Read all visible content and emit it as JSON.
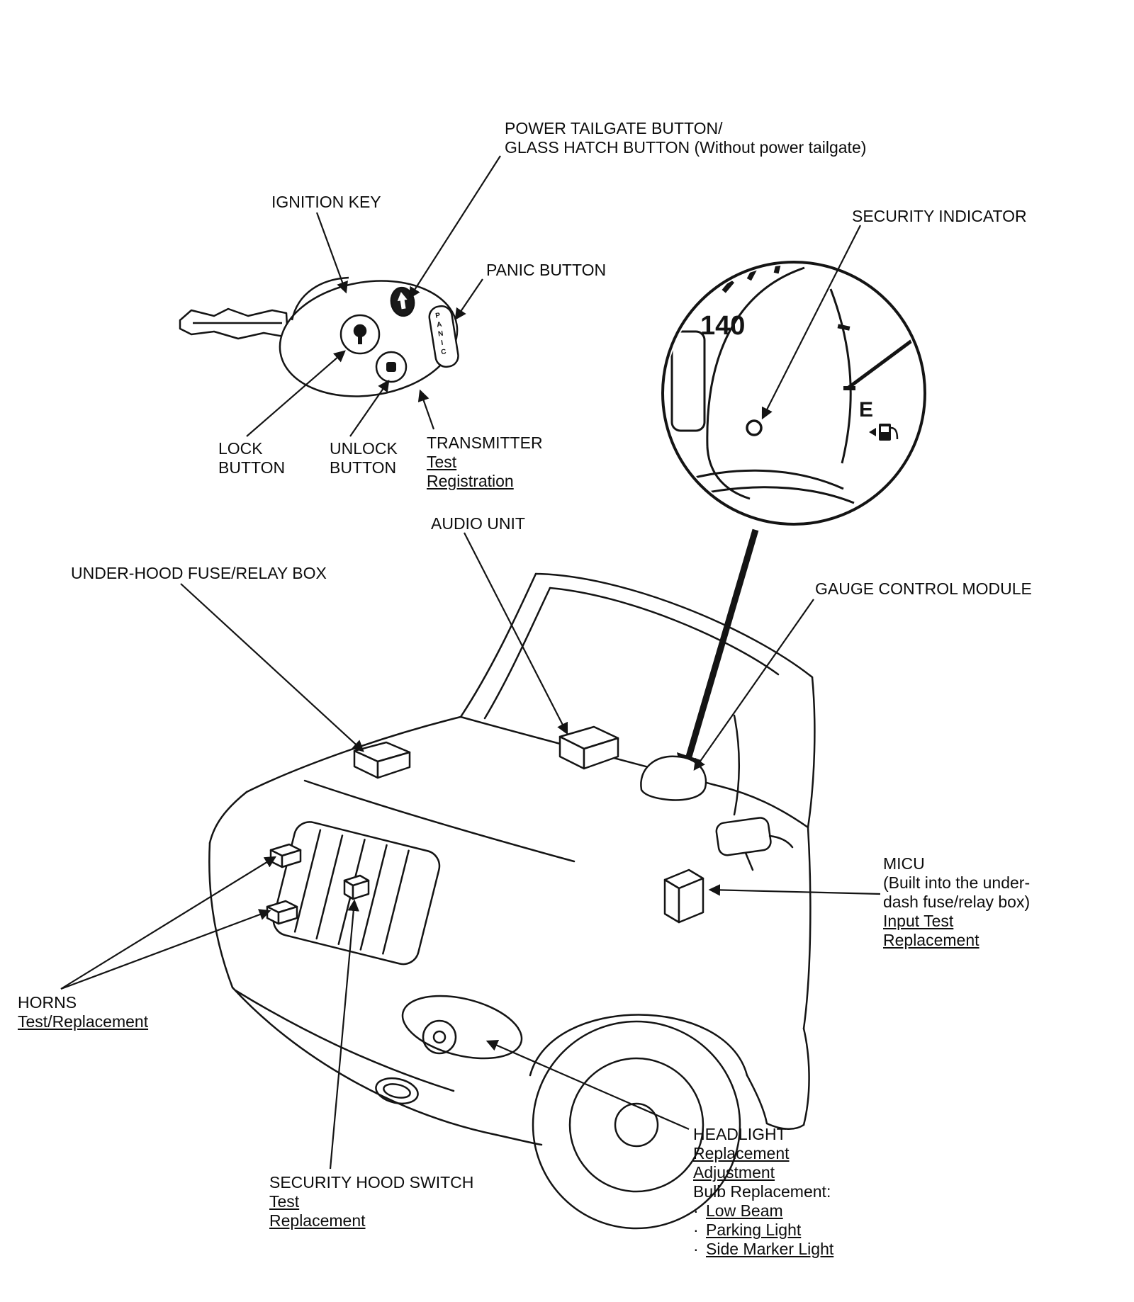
{
  "canvas": {
    "bg": "#ffffff",
    "ink": "#141414"
  },
  "key": {
    "panic_vertical": "PANIC"
  },
  "labels": {
    "power_tailgate": {
      "l1": "POWER TAILGATE BUTTON/",
      "l2": "GLASS HATCH BUTTON (Without power tailgate)"
    },
    "ignition_key": "IGNITION KEY",
    "panic_button": "PANIC BUTTON",
    "security_indicator": "SECURITY INDICATOR",
    "lock": {
      "l1": "LOCK",
      "l2": "BUTTON"
    },
    "unlock": {
      "l1": "UNLOCK",
      "l2": "BUTTON"
    },
    "transmitter": {
      "title": "TRANSMITTER",
      "links": [
        "Test",
        "Registration"
      ]
    },
    "audio_unit": "AUDIO UNIT",
    "underhood_box": "UNDER-HOOD FUSE/RELAY BOX",
    "gauge_control_module": "GAUGE CONTROL MODULE",
    "micu": {
      "title": "MICU",
      "d1": "(Built into the under-",
      "d2": "dash fuse/relay box)",
      "links": [
        "Input Test",
        "Replacement"
      ]
    },
    "horns": {
      "title": "HORNS",
      "link": "Test/Replacement"
    },
    "headlight": {
      "title": "HEADLIGHT",
      "links": [
        "Replacement",
        "Adjustment"
      ],
      "heading": "Bulb Replacement:",
      "dot": "·",
      "bullets": [
        "Low Beam",
        "Parking Light",
        "Side Marker Light"
      ]
    },
    "hood_switch": {
      "title": "SECURITY HOOD SWITCH",
      "links": [
        "Test",
        "Replacement"
      ]
    }
  },
  "gauge": {
    "speed": "140",
    "fuel": "E"
  }
}
